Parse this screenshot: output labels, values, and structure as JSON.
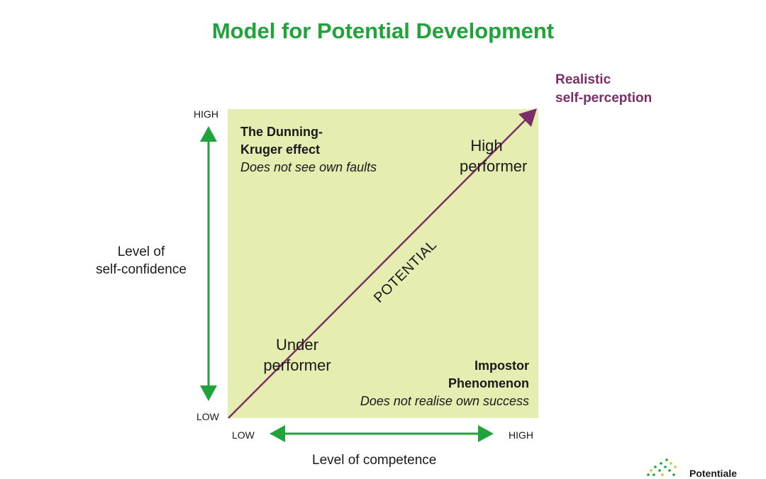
{
  "title": "Model for Potential Development",
  "y_axis": {
    "label_line1": "Level of",
    "label_line2": "self-confidence",
    "high": "HIGH",
    "low": "LOW"
  },
  "x_axis": {
    "label": "Level of competence",
    "low": "LOW",
    "high": "HIGH"
  },
  "diagonal": {
    "label": "POTENTIAL",
    "end_line1": "Realistic",
    "end_line2": "self-perception"
  },
  "quadrants": {
    "top_left": {
      "title_line1": "The Dunning-",
      "title_line2": "Kruger effect",
      "subtitle": "Does not see own faults"
    },
    "top_right": {
      "line1": "High",
      "line2": "performer"
    },
    "bottom_left": {
      "line1": "Under",
      "line2": "performer"
    },
    "bottom_right": {
      "title_line1": "Impostor",
      "title_line2": "Phenomenon",
      "subtitle": "Does not realise own success"
    }
  },
  "brand": {
    "name": "Potentiale"
  },
  "colors": {
    "title_green": "#1fa33a",
    "arrow_green": "#1fa33a",
    "quadrant_fill": "#e5edb0",
    "diagonal_purple": "#7b2f68"
  }
}
